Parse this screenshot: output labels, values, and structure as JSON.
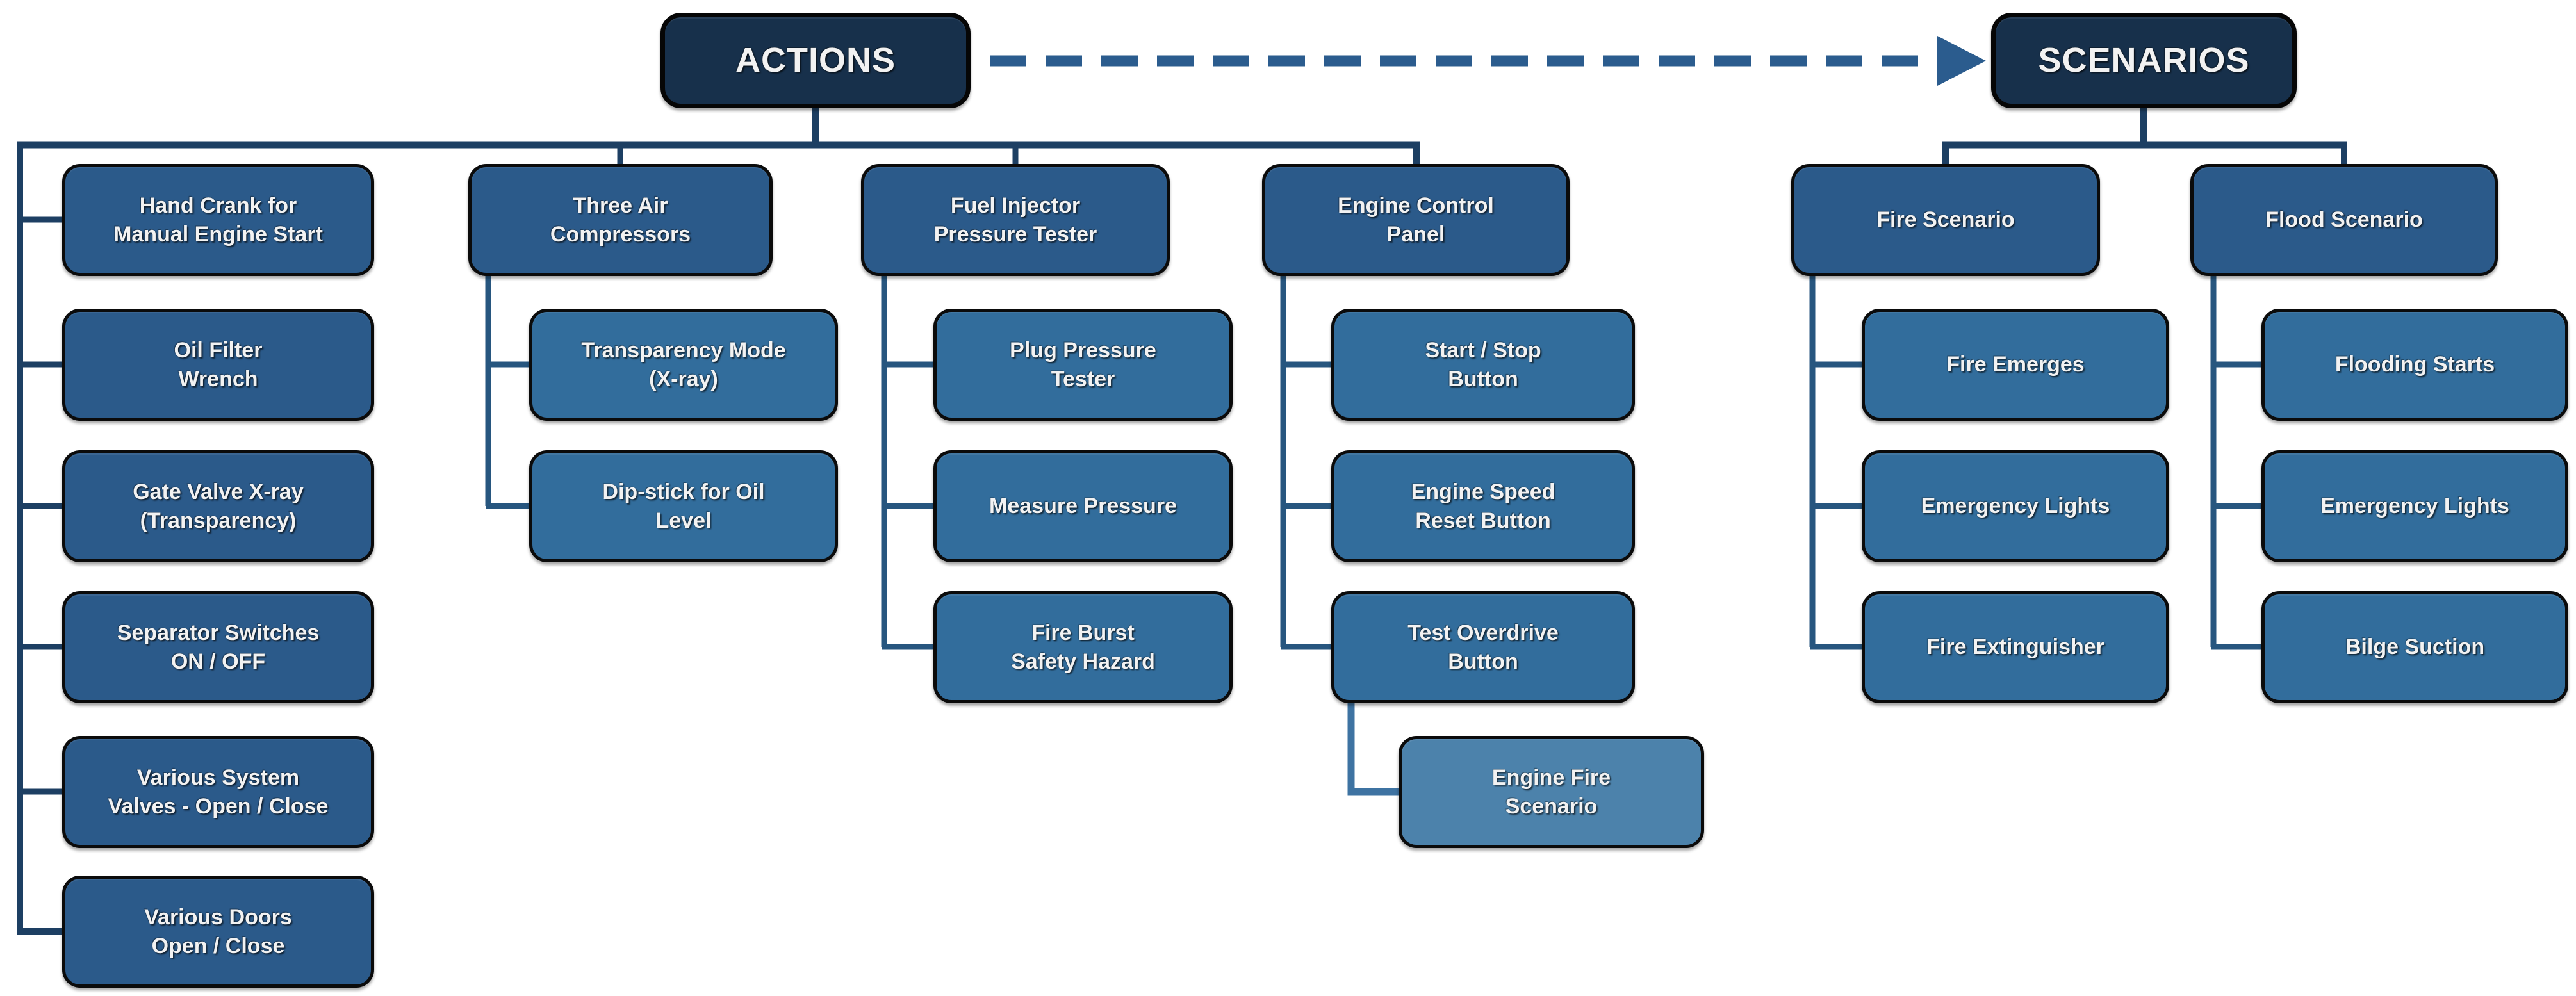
{
  "diagram_title": "Actions and Scenarios hierarchy",
  "colors": {
    "header_fill": "#17304b",
    "action_fill": "#2b5a8a",
    "child_fill": "#326d9c",
    "grandchild_fill": "#4c82ab",
    "connector_dark": "#1d3f63",
    "connector_mid": "#27567f",
    "connector_light": "#3e73a2",
    "arrow_dashed": "#2b5c8e",
    "node_border": "#0b0b0b",
    "text": "#f2f2f2"
  },
  "actions": {
    "label": "ACTIONS",
    "tools": [
      "Hand Crank for\nManual Engine Start",
      "Oil Filter\nWrench",
      "Gate Valve X-ray\n(Transparency)",
      "Separator Switches\nON / OFF",
      "Various System\nValves - Open / Close",
      "Various Doors\nOpen / Close"
    ],
    "air": {
      "label": "Three Air\nCompressors",
      "children": [
        "Transparency Mode\n(X-ray)",
        "Dip-stick for Oil\nLevel"
      ]
    },
    "fuel": {
      "label": "Fuel Injector\nPressure Tester",
      "children": [
        "Plug Pressure\nTester",
        "Measure Pressure",
        "Fire Burst\nSafety Hazard"
      ]
    },
    "panel": {
      "label": "Engine Control\nPanel",
      "children": [
        "Start / Stop\nButton",
        "Engine Speed\nReset Button",
        "Test Overdrive\nButton"
      ],
      "grandchild": "Engine Fire\nScenario"
    }
  },
  "scenarios": {
    "label": "SCENARIOS",
    "fire": {
      "label": "Fire Scenario",
      "children": [
        "Fire Emerges",
        "Emergency Lights",
        "Fire Extinguisher"
      ]
    },
    "flood": {
      "label": "Flood Scenario",
      "children": [
        "Flooding Starts",
        "Emergency Lights",
        "Bilge Suction"
      ]
    }
  }
}
